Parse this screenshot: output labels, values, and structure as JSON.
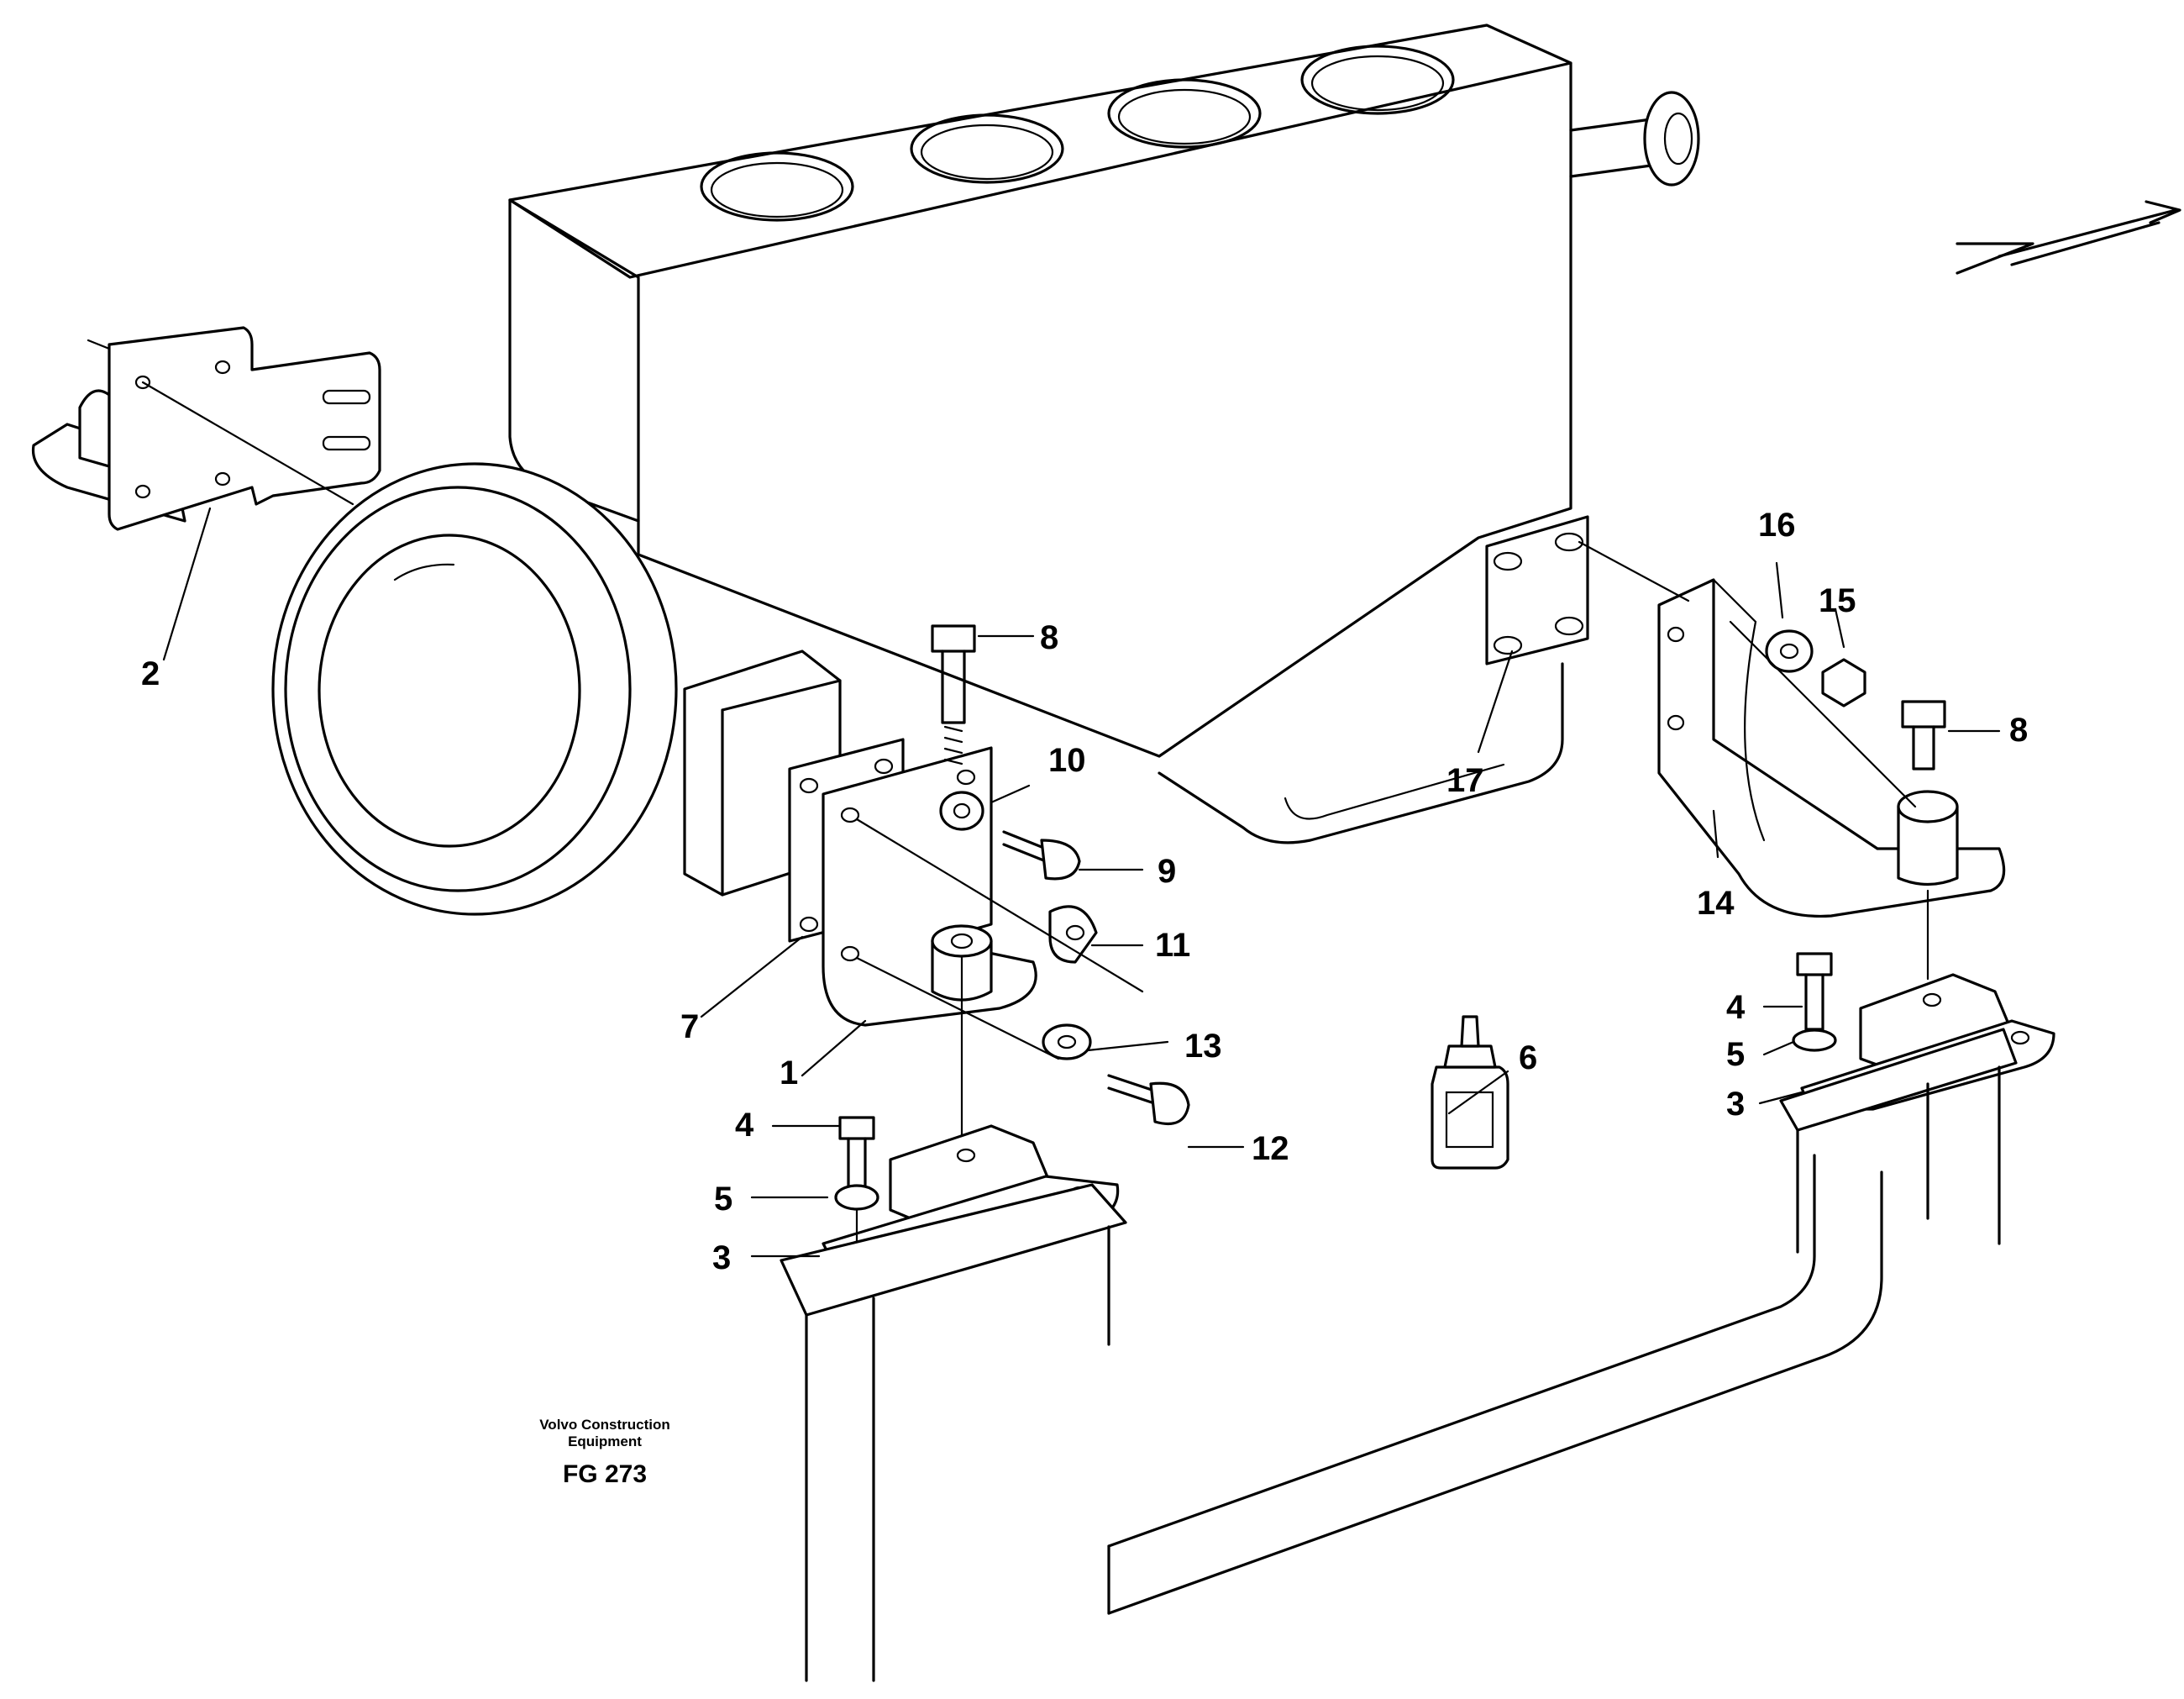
{
  "callouts": {
    "c1": "1",
    "c2": "2",
    "c3a": "3",
    "c3b": "3",
    "c4a": "4",
    "c4b": "4",
    "c5a": "5",
    "c5b": "5",
    "c6": "6",
    "c7": "7",
    "c8a": "8",
    "c8b": "8",
    "c9": "9",
    "c10": "10",
    "c11": "11",
    "c12": "12",
    "c13": "13",
    "c14": "14",
    "c15": "15",
    "c16": "16",
    "c17": "17"
  },
  "credit": {
    "line1": "Volvo Construction",
    "line2": "Equipment",
    "figure_code": "FG 273"
  }
}
